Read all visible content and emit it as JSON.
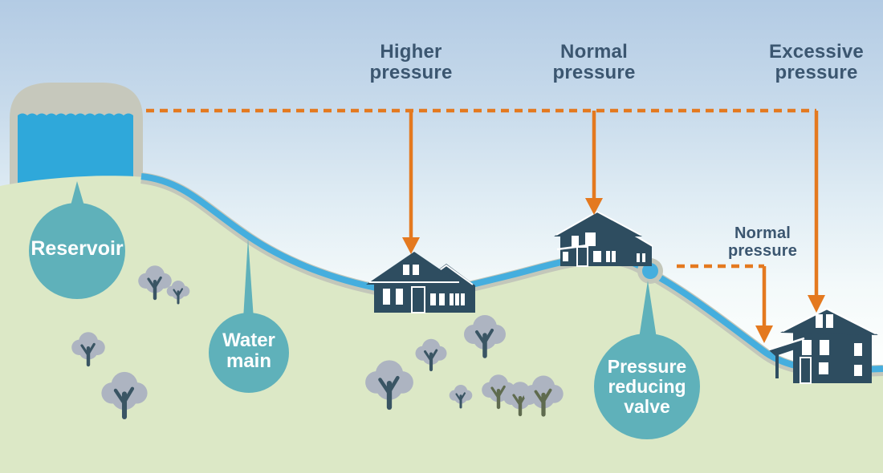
{
  "labels": {
    "higher_pressure": "Higher pressure",
    "normal_pressure": "Normal pressure",
    "excessive_pressure": "Excessive pressure",
    "valve_outlet_pressure": "Normal pressure",
    "reservoir": "Reservoir",
    "water_main": "Water main",
    "pressure_reducing_valve": "Pressure reducing valve"
  },
  "colors": {
    "sky_top": "#b3cbe4",
    "ground_green": "#dce8c6",
    "reservoir_water_blue": "#2fa8da",
    "pipe_blue": "#45aede",
    "pipe_casing_gray": "#c3c7ba",
    "teal_label_circle": "#5fb1ba",
    "orange_accent": "#e4791f",
    "house_navy": "#2e4d60",
    "text_navy": "#3b5670",
    "tree_foliage_gray": "#adb4c1",
    "tree_trunk_navy": "#3a5564",
    "tree_trunk_olive": "#5f6b4f",
    "tank_gray": "#c6c8bc"
  }
}
